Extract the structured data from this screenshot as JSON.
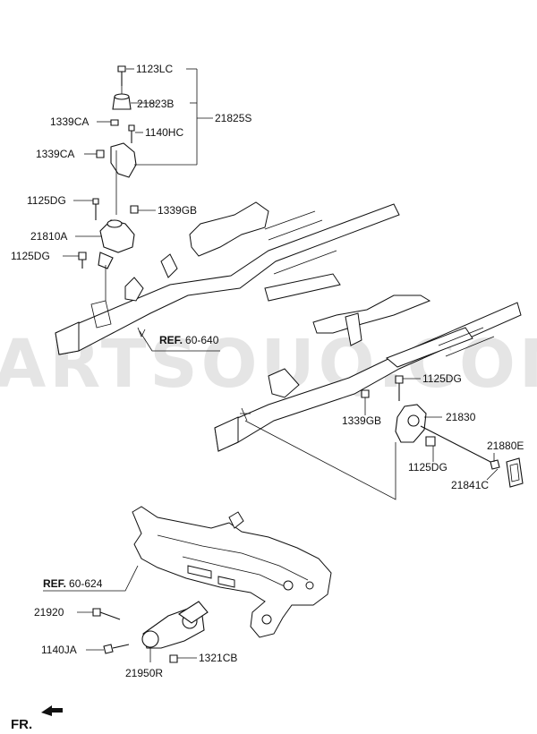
{
  "watermark": "PARTSOUQ.COM",
  "direction_label": "FR.",
  "refs": [
    {
      "prefix": "REF.",
      "number": "60-640"
    },
    {
      "prefix": "REF.",
      "number": "60-624"
    }
  ],
  "part_numbers": {
    "p1123LC": "1123LC",
    "p21823B": "21823B",
    "p21825S": "21825S",
    "p1339CA_a": "1339CA",
    "p1140HC": "1140HC",
    "p1339CA_b": "1339CA",
    "p1125DG_a": "1125DG",
    "p1339GB": "1339GB",
    "p21810A": "21810A",
    "p1125DG_b": "1125DG",
    "p1125DG_c": "1125DG",
    "p1339GB_b": "1339GB",
    "p21830": "21830",
    "p21880E": "21880E",
    "p1125DG_d": "1125DG",
    "p21841C": "21841C",
    "p21920": "21920",
    "p1140JA": "1140JA",
    "p21950R": "21950R",
    "p1321CB": "1321CB"
  }
}
